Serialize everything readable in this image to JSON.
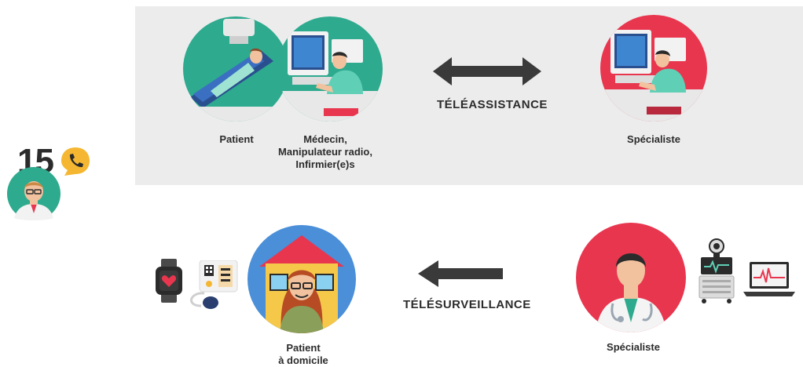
{
  "emergency": {
    "number": "15"
  },
  "top_row": {
    "patient_label": "Patient",
    "staff_label_lines": [
      "Médecin,",
      "Manipulateur radio,",
      "Infirmier(e)s"
    ],
    "link_label": "TÉLÉASSISTANCE",
    "specialist_label": "Spécialiste"
  },
  "bottom_row": {
    "patient_home_lines": [
      "Patient",
      "à domicile"
    ],
    "link_label": "TÉLÉSURVEILLANCE",
    "specialist_label": "Spécialiste"
  },
  "colors": {
    "teal": "#2eaa8e",
    "red": "#e8364f",
    "blue": "#4a8fd8",
    "panel": "#ececec",
    "arrow": "#3a3a3a",
    "bubble": "#f5b731"
  },
  "icons": [
    "phone-icon",
    "doctor-avatar-icon",
    "patient-bed-scene",
    "radiology-workstation-scene",
    "specialist-workstation-scene",
    "smartwatch-icon",
    "blood-pressure-monitor-icon",
    "house-patient-icon",
    "doctor-specialist-icon",
    "webcam-monitor-icon",
    "laptop-ecg-icon"
  ]
}
